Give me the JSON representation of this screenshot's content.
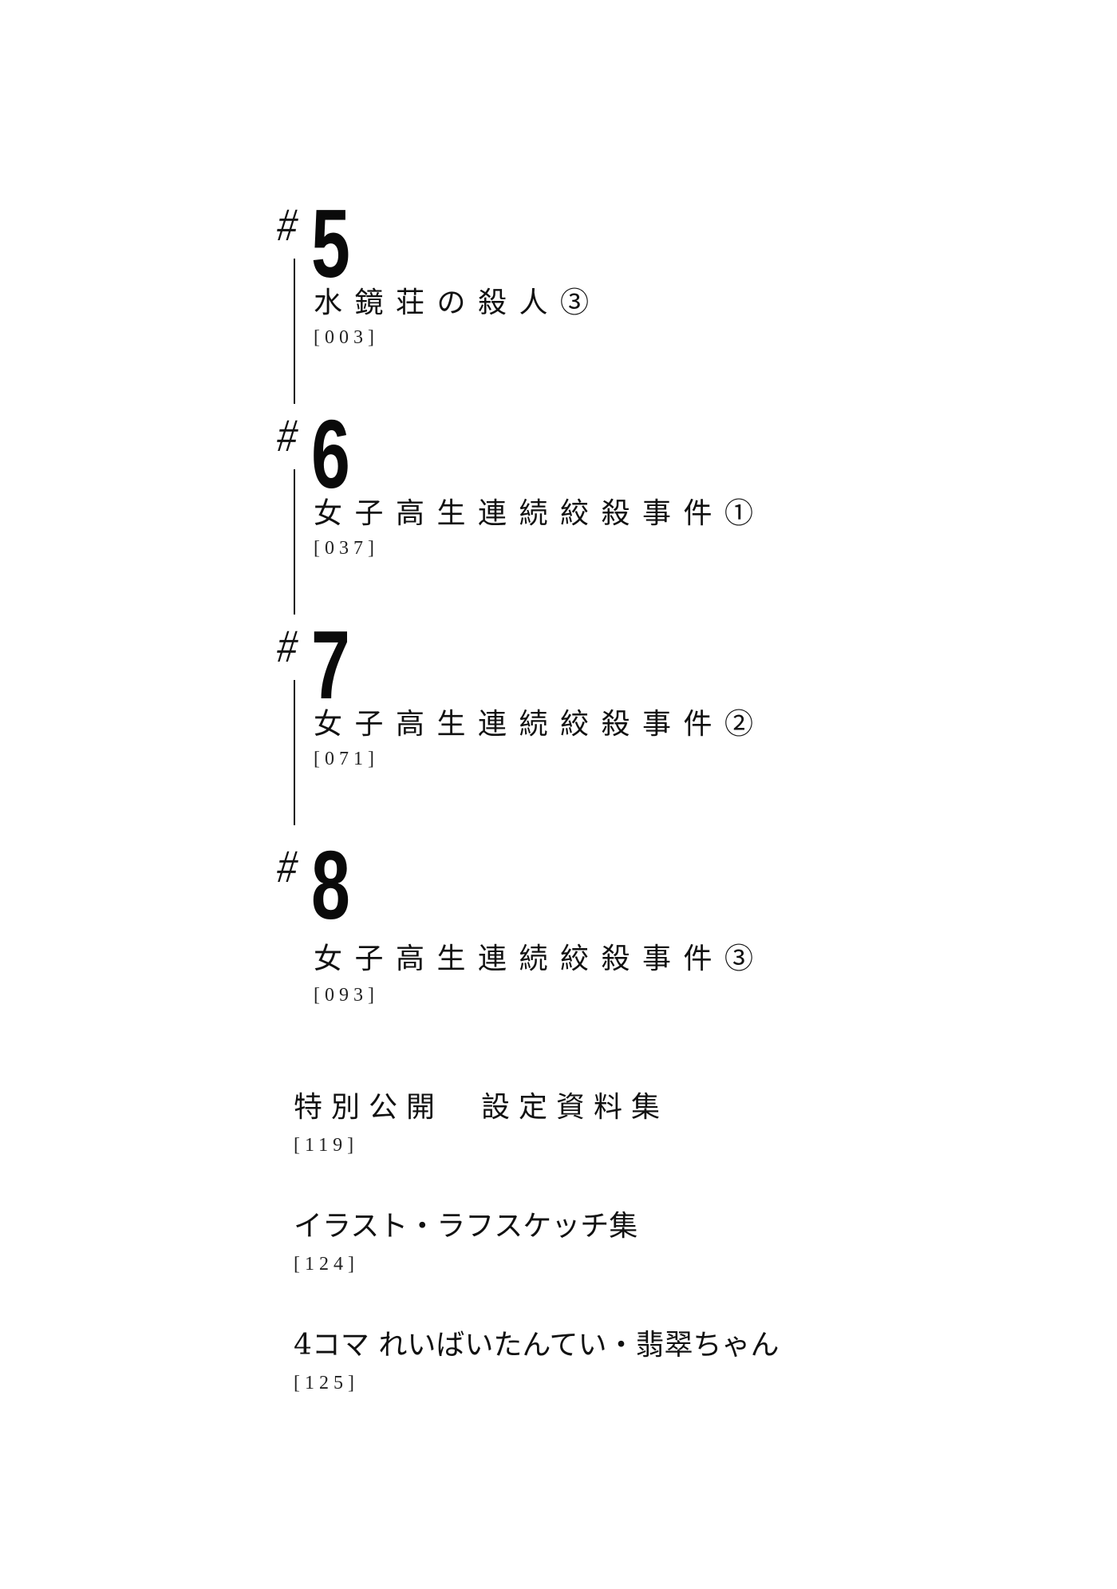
{
  "toc": {
    "chapters": [
      {
        "hash": "#",
        "number": "5",
        "title": "水鏡荘の殺人③",
        "page": "[003]"
      },
      {
        "hash": "#",
        "number": "6",
        "title": "女子高生連続絞殺事件①",
        "page": "[037]"
      },
      {
        "hash": "#",
        "number": "7",
        "title": "女子高生連続絞殺事件②",
        "page": "[071]"
      },
      {
        "hash": "#",
        "number": "8",
        "title": "女子高生連続絞殺事件③",
        "page": "[093]"
      }
    ],
    "extras": [
      {
        "title": "特別公開　設定資料集",
        "page": "[119]"
      },
      {
        "title": "イラスト・ラフスケッチ集",
        "page": "[124]"
      },
      {
        "title": "4コマ れいばいたんてい・翡翠ちゃん",
        "page": "[125]"
      }
    ]
  },
  "colors": {
    "background": "#ffffff",
    "text": "#111111"
  }
}
